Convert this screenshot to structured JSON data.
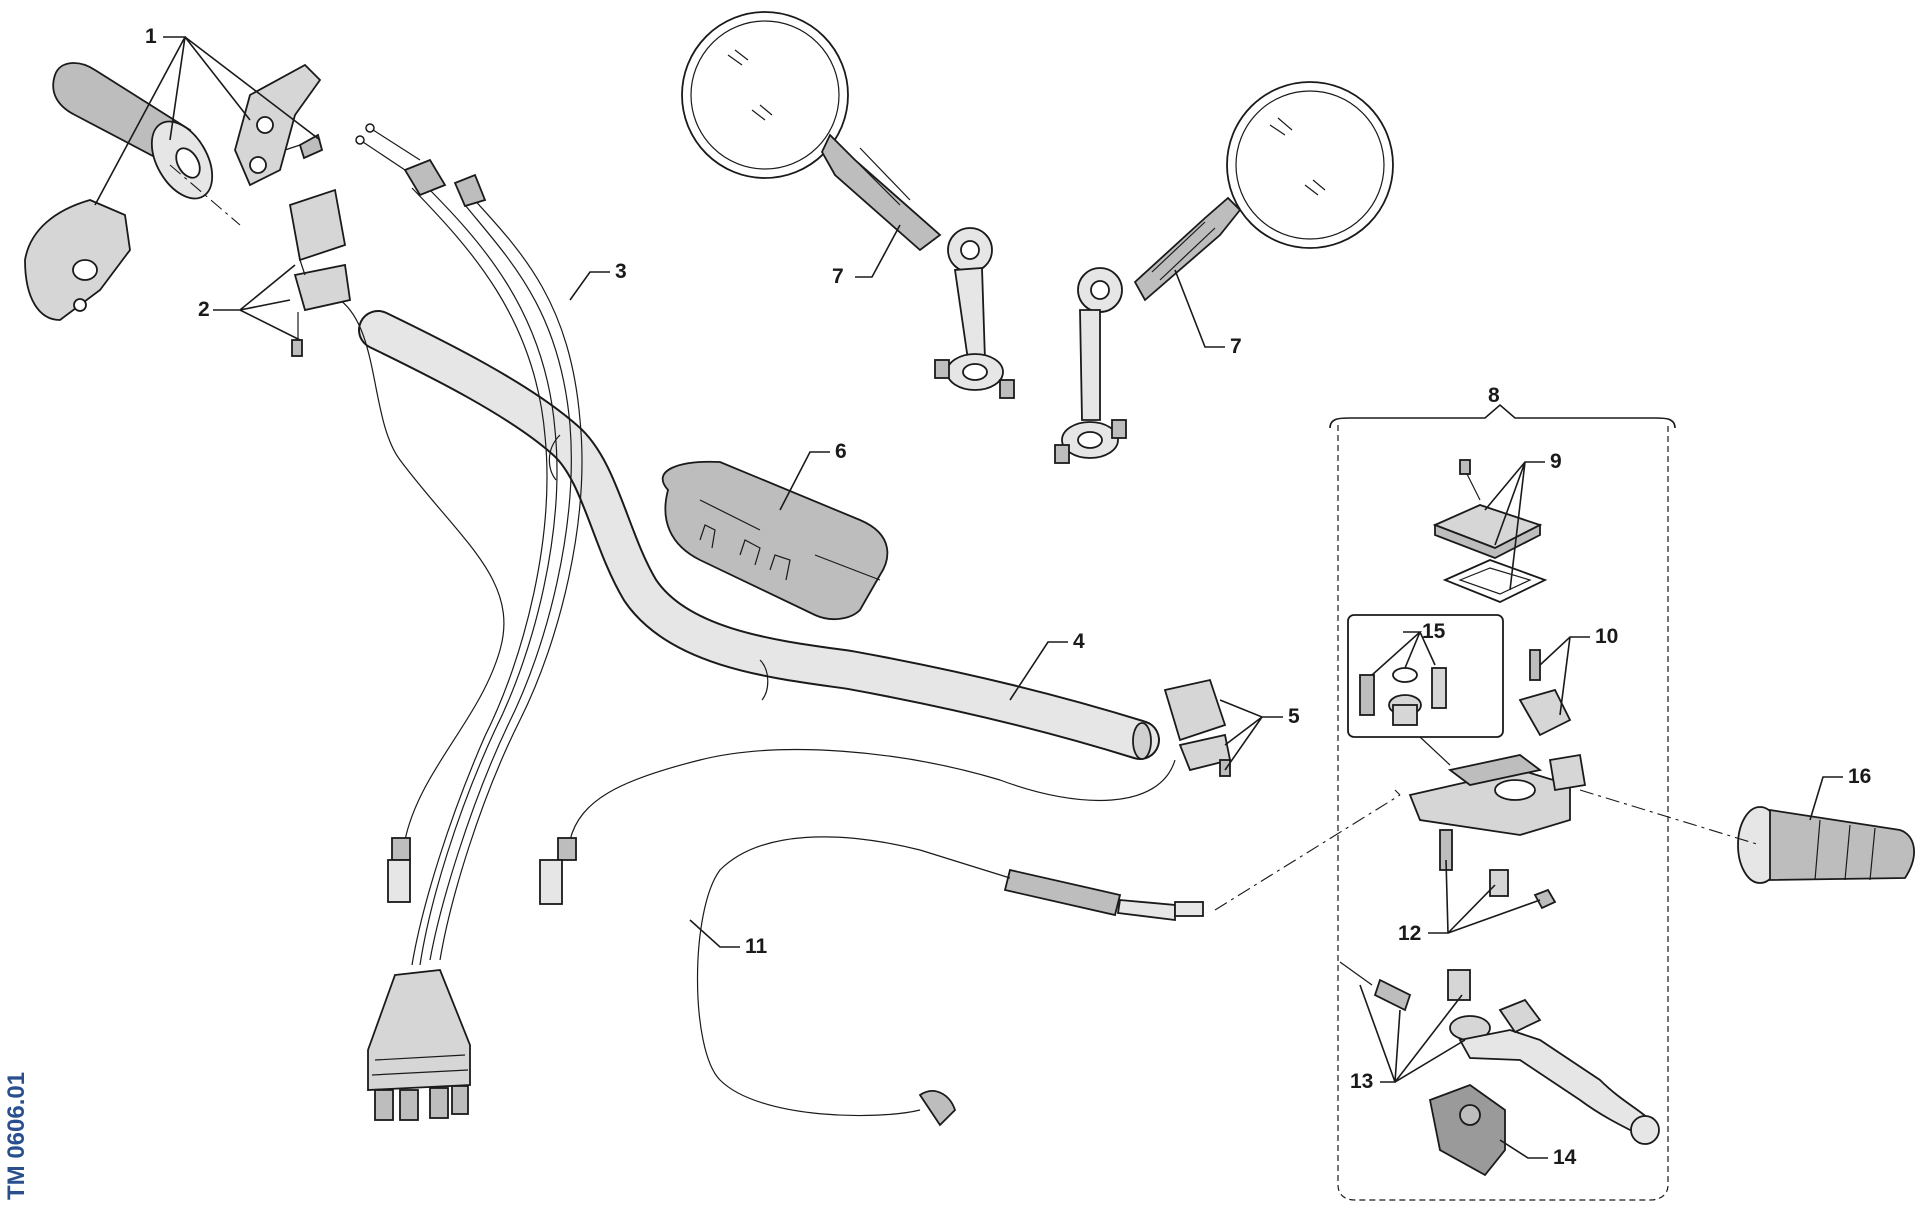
{
  "drawing_ref": "TM 0606.01",
  "callouts": [
    {
      "id": "1",
      "label": "1"
    },
    {
      "id": "2",
      "label": "2"
    },
    {
      "id": "3",
      "label": "3"
    },
    {
      "id": "4",
      "label": "4"
    },
    {
      "id": "5",
      "label": "5"
    },
    {
      "id": "6",
      "label": "6"
    },
    {
      "id": "7a",
      "label": "7"
    },
    {
      "id": "7b",
      "label": "7"
    },
    {
      "id": "8",
      "label": "8"
    },
    {
      "id": "9",
      "label": "9"
    },
    {
      "id": "10",
      "label": "10"
    },
    {
      "id": "11",
      "label": "11"
    },
    {
      "id": "12",
      "label": "12"
    },
    {
      "id": "13",
      "label": "13"
    },
    {
      "id": "14",
      "label": "14"
    },
    {
      "id": "15",
      "label": "15"
    },
    {
      "id": "16",
      "label": "16"
    }
  ],
  "colors": {
    "line": "#1a1a1a",
    "part_fill": "#e6e6e6",
    "dark_fill": "#b9b9b9",
    "ref_text": "#2a4f8f"
  }
}
